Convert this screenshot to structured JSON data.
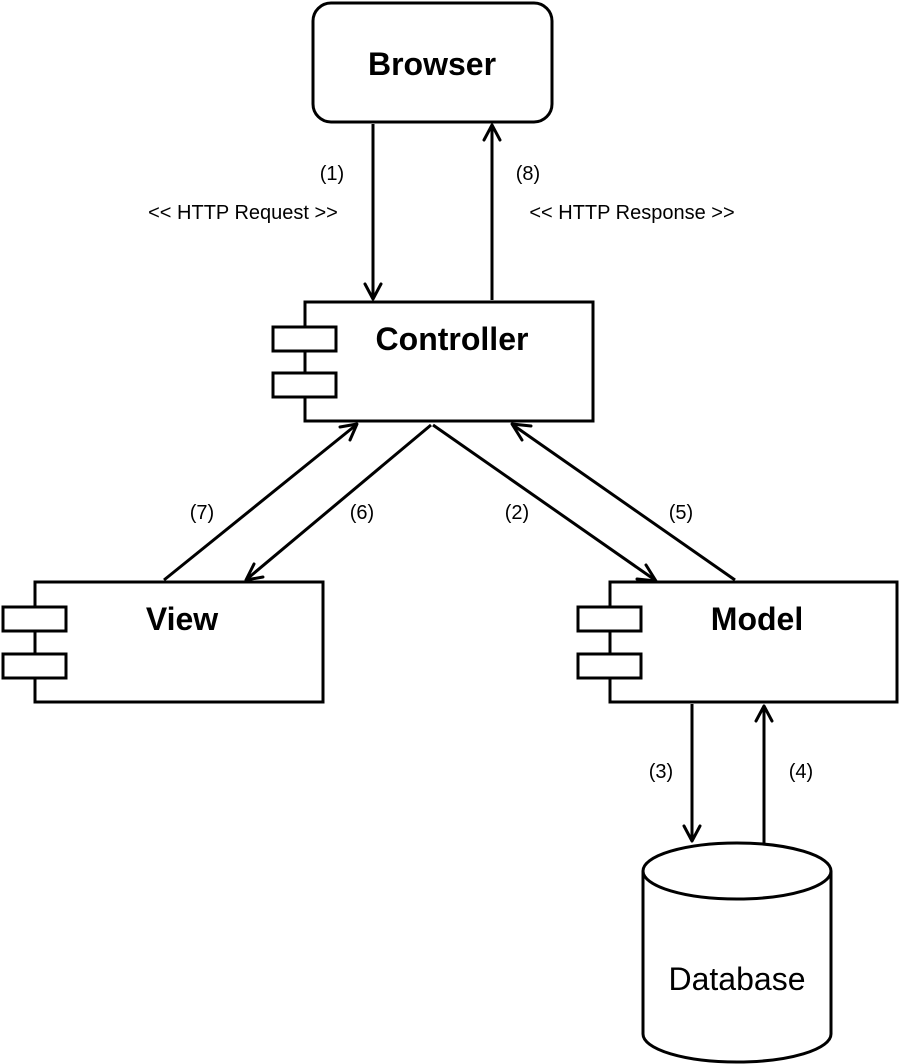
{
  "nodes": {
    "browser": {
      "label": "Browser"
    },
    "controller": {
      "label": "Controller"
    },
    "view": {
      "label": "View"
    },
    "model": {
      "label": "Model"
    },
    "database": {
      "label": "Database"
    }
  },
  "edges": {
    "e1": {
      "label": "(1)",
      "stereotype": "<< HTTP Request >>"
    },
    "e2": {
      "label": "(2)"
    },
    "e3": {
      "label": "(3)"
    },
    "e4": {
      "label": "(4)"
    },
    "e5": {
      "label": "(5)"
    },
    "e6": {
      "label": "(6)"
    },
    "e7": {
      "label": "(7)"
    },
    "e8": {
      "label": "(8)",
      "stereotype": "<< HTTP Response >>"
    }
  }
}
